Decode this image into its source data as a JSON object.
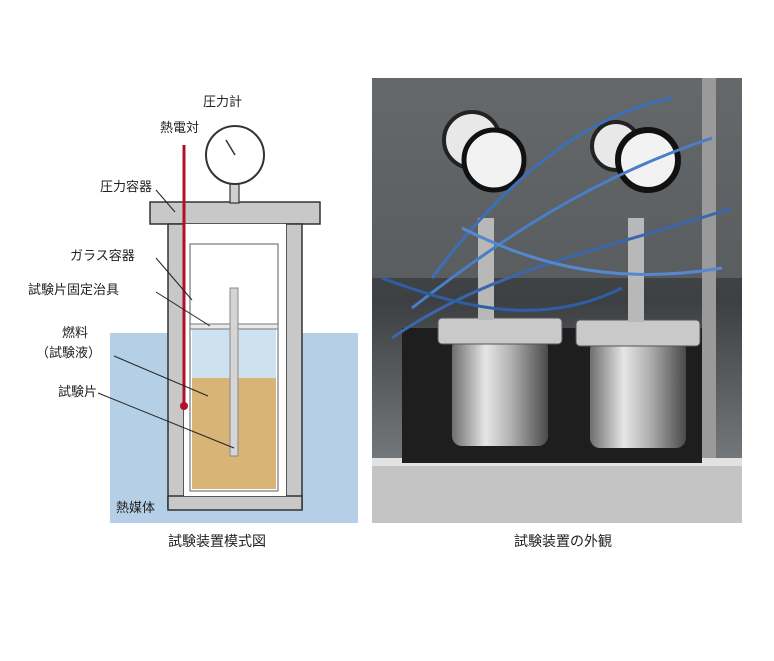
{
  "labels": {
    "pressure_gauge": "圧力計",
    "thermocouple": "熱電対",
    "pressure_vessel": "圧力容器",
    "glass_vessel": "ガラス容器",
    "specimen_fixture": "試験片固定治具",
    "fuel": "燃料",
    "test_liquid": "（試験液）",
    "specimen": "試験片",
    "heat_medium": "熱媒体"
  },
  "captions": {
    "schematic": "試験装置模式図",
    "photo": "試験装置の外観"
  },
  "colors": {
    "heat_medium": "#b5cfe6",
    "vessel_wall": "#c8c8c8",
    "fuel": "#d9b477",
    "fuel_headspace": "#cfe0ef",
    "thermocouple": "#b0102a",
    "outline": "#333333"
  }
}
